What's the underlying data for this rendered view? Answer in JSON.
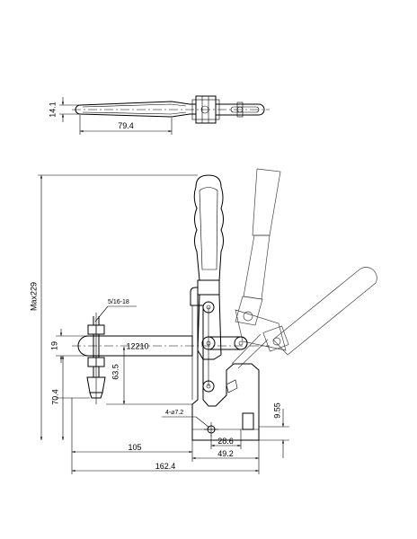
{
  "top_view": {
    "dim_height": "14.1",
    "dim_length": "79.4"
  },
  "side_view": {
    "dim_max_height": "Max229",
    "thread_label": "5/16-18",
    "model_label": "12210",
    "dim_19": "19",
    "dim_63_5": "63.5",
    "dim_70_4": "70.4",
    "dim_9_55": "9.55",
    "hole_label": "4-⌀7.2",
    "dim_28_6": "28.6",
    "dim_105": "105",
    "dim_49_2": "49.2",
    "dim_162_4": "162.4"
  }
}
